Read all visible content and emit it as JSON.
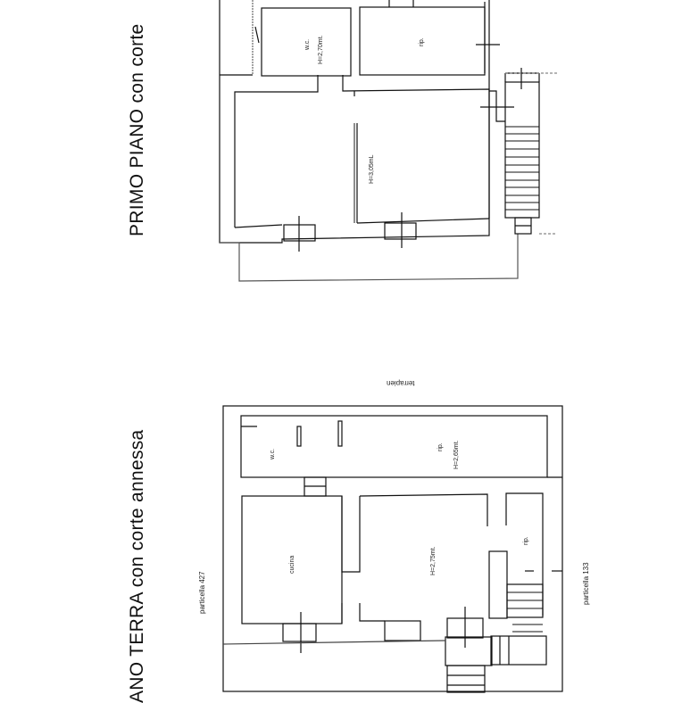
{
  "drawing": {
    "type": "architectural floor plan",
    "orientation": "rotated 90 degrees counter-clockwise",
    "line_color": "#111111",
    "background": "#ffffff"
  },
  "upper_plan": {
    "title": "PRIMO PIANO con corte",
    "rooms": [
      {
        "name": "w.c.",
        "height": "H=2,70mt."
      },
      {
        "name": "rip.",
        "height": ""
      },
      {
        "name": "",
        "height": "H=3,05mL"
      }
    ]
  },
  "lower_plan": {
    "title": "ANO TERRA con corte annessa",
    "top_label": "terrapien",
    "rooms": [
      {
        "name": "w.c.",
        "height": ""
      },
      {
        "name": "rip.",
        "height": "H=2,65mt."
      },
      {
        "name": "cucina",
        "height": ""
      },
      {
        "name": "",
        "height": "H=2,75mt."
      },
      {
        "name": "rip.",
        "height": ""
      }
    ],
    "neighbors": {
      "left": "particella 427",
      "right": "particella 133"
    }
  }
}
